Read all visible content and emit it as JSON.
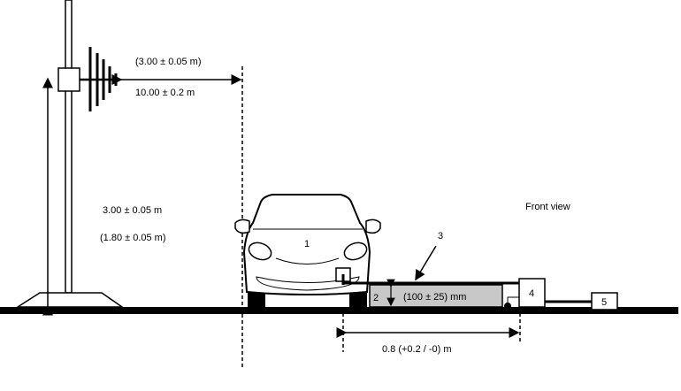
{
  "labels": {
    "antenna_distance_alt": "(3.00 ± 0.05 m)",
    "antenna_distance": "10.00 ± 0.2 m",
    "antenna_height": "3.00 ± 0.05 m",
    "antenna_height_alt": "(1.80 ± 0.05 m)",
    "vehicle": "1",
    "component_2": "2",
    "component_3": "3",
    "component_4": "4",
    "component_5": "5",
    "block_height": "(100 ± 25) mm",
    "harness_distance": "0.8 (+0.2 / -0) m",
    "view_title": "Front view"
  }
}
